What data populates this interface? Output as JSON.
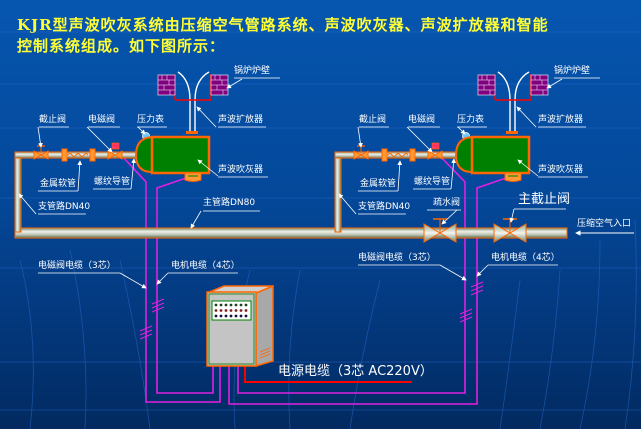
{
  "title": {
    "line1": "KJR型声波吹灰系统由压缩空气管路系统、声波吹灰器、声波扩放器和智能",
    "line2": "控制系统组成。如下图所示："
  },
  "units": [
    {
      "boiler_wall": "锅炉炉壁",
      "sound_expander": "声波扩放器",
      "soot_blower": "声波吹灰器",
      "stop_valve": "截止阀",
      "solenoid_valve": "电磁阀",
      "pressure_gauge": "压力表",
      "metal_hose": "金属软管",
      "thread_pipe": "螺纹导管",
      "branch_pipe": "支管路DN40",
      "solenoid_cable": "电磁阀电缆（3芯）",
      "motor_cable": "电机电缆（4芯）"
    },
    {
      "boiler_wall": "锅炉炉壁",
      "sound_expander": "声波扩放器",
      "soot_blower": "声波吹灰器",
      "stop_valve": "截止阀",
      "solenoid_valve": "电磁阀",
      "pressure_gauge": "压力表",
      "metal_hose": "金属软管",
      "thread_pipe": "螺纹导管",
      "branch_pipe": "支管路DN40",
      "drain_valve": "疏水阀",
      "solenoid_cable": "电磁阀电缆（3芯）",
      "motor_cable": "电机电缆（4芯）"
    }
  ],
  "main_pipe": "主管路DN80",
  "main_stop_valve": "主截止阀",
  "air_inlet": "压缩空气入口",
  "power_cable": "电源电缆（3芯 AC220V）",
  "colors": {
    "title": "#ffff33",
    "pipe_outline": "#ff6600",
    "blower_body": "#008000",
    "cable": "#e020e0",
    "power_cable": "#ff0000",
    "wall": "#800080"
  }
}
